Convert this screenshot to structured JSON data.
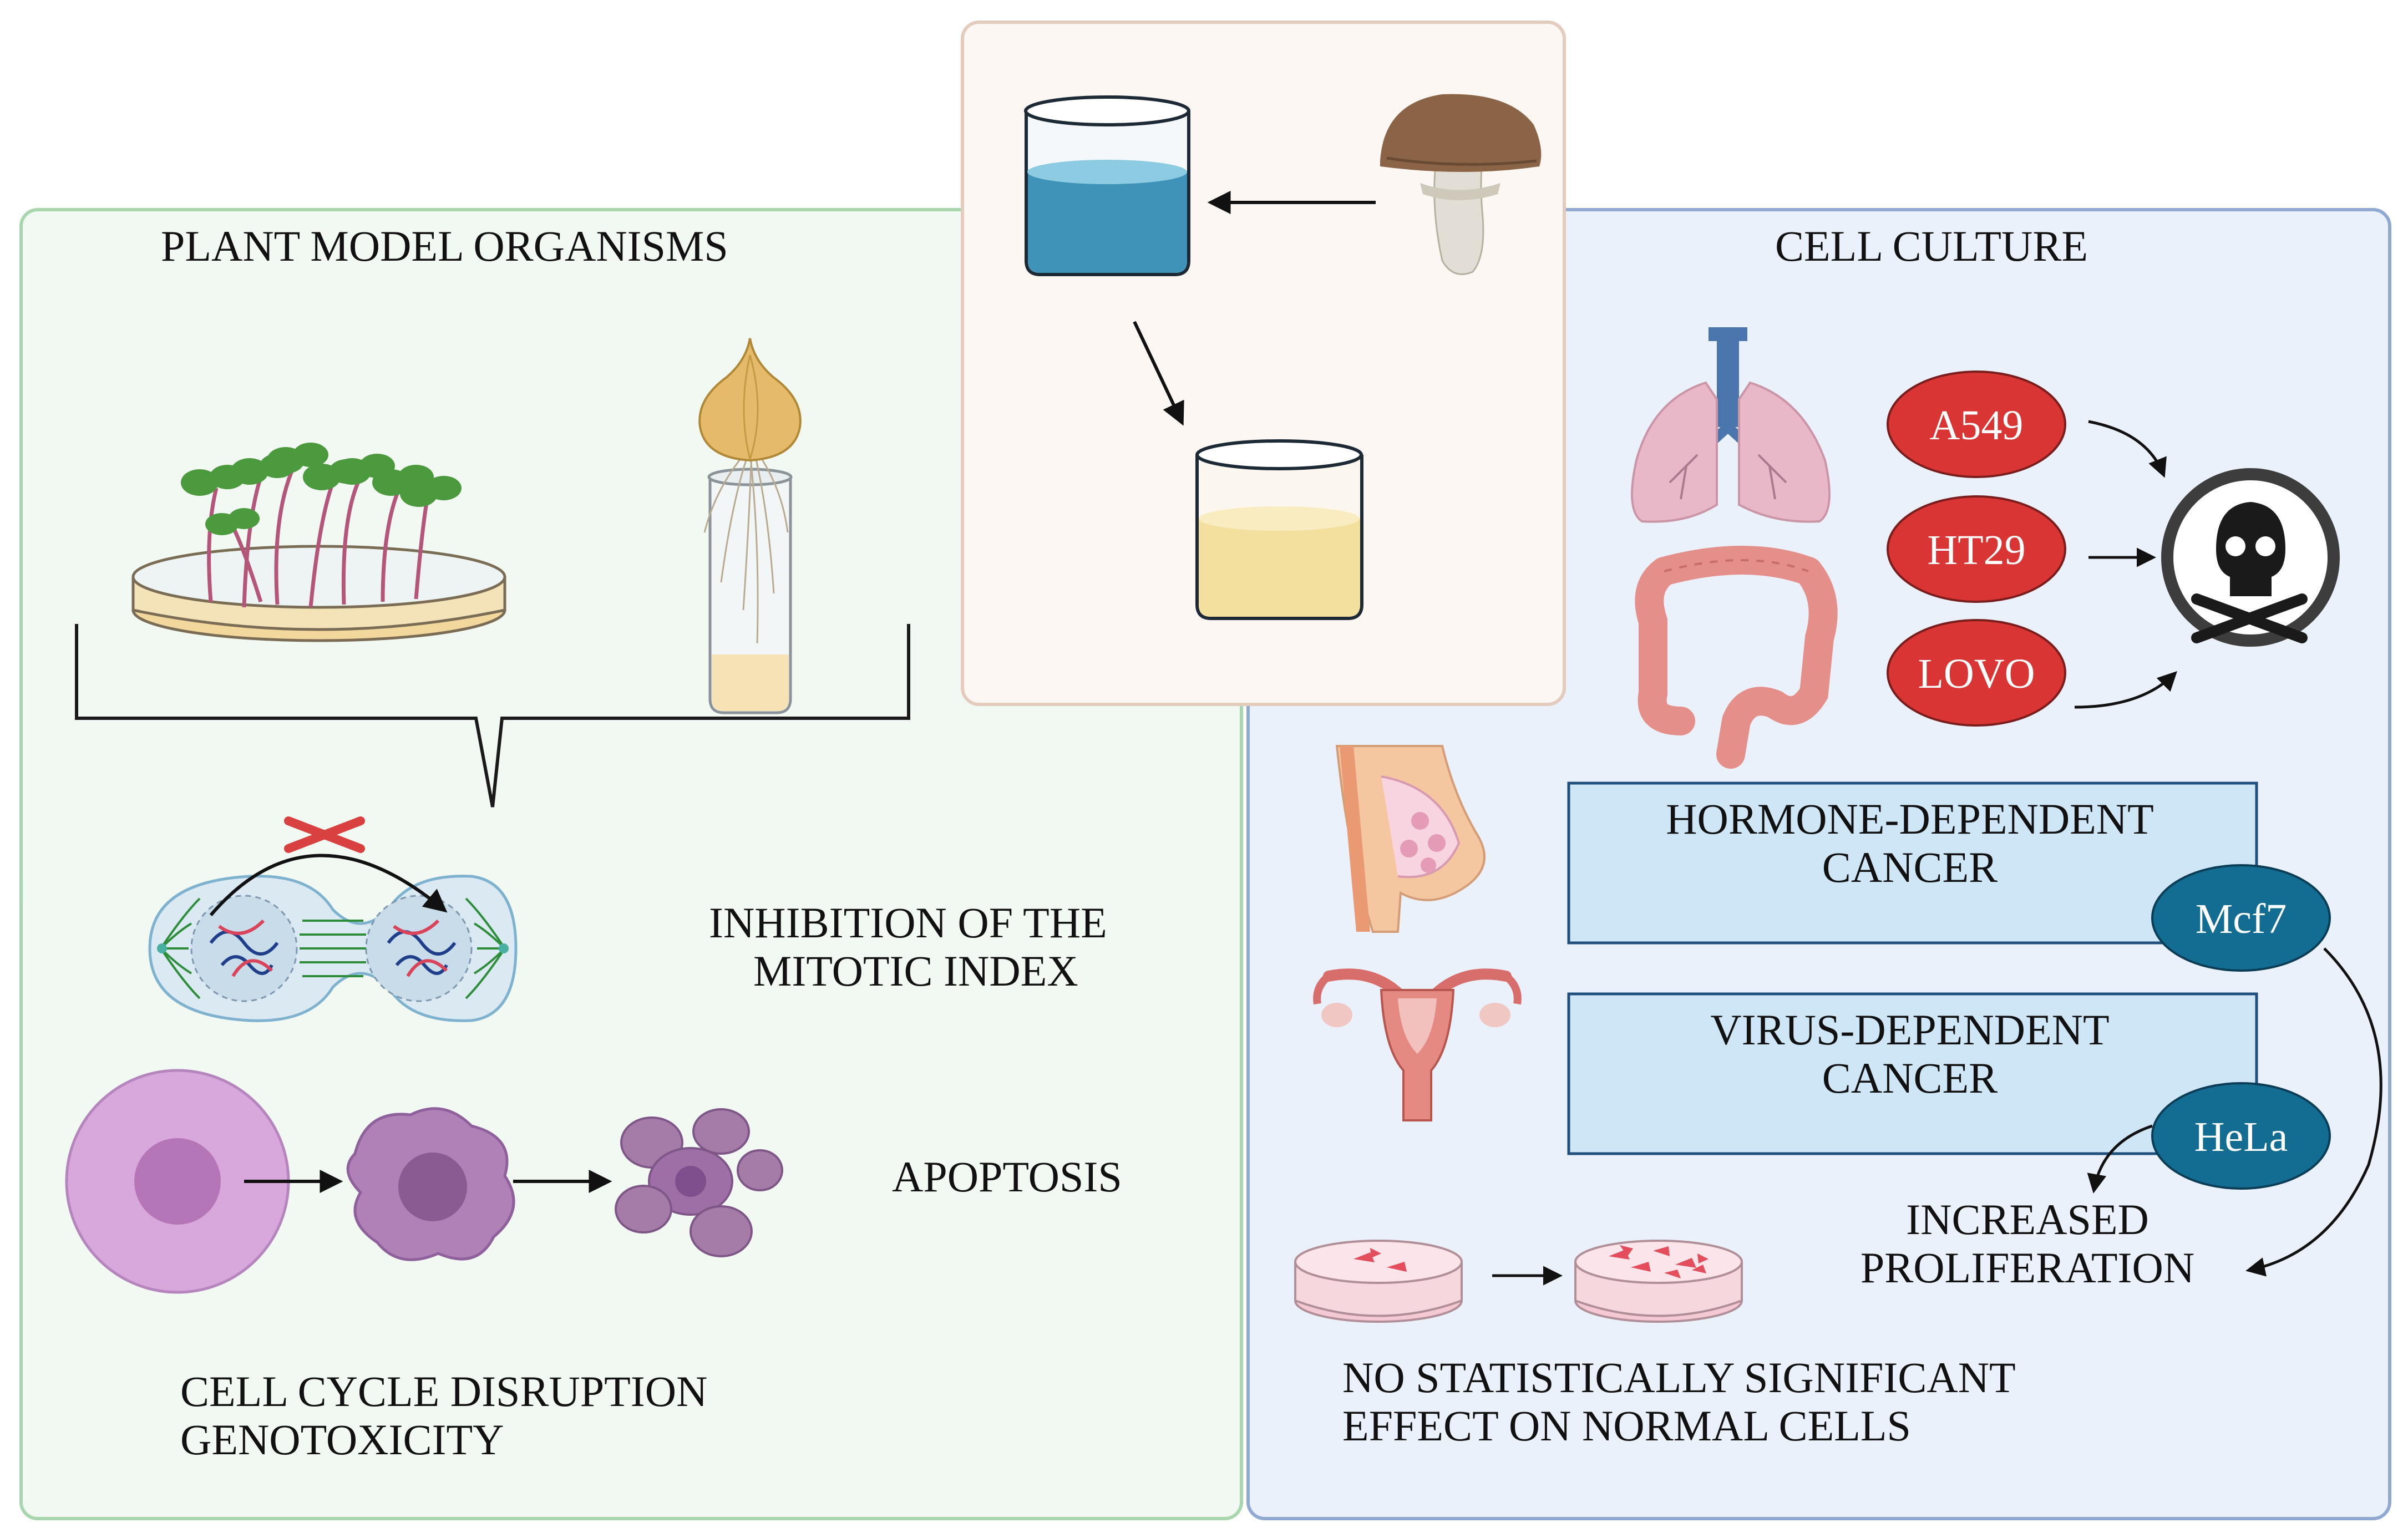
{
  "plant_panel": {
    "title": "PLANT MODEL ORGANISMS",
    "mitotic_line1": "INHIBITION OF THE",
    "mitotic_line2": "MITOTIC INDEX",
    "apoptosis": "APOPTOSIS",
    "cycle_line1": "CELL CYCLE DISRUPTION",
    "cycle_line2": "GENOTOXICITY",
    "bg_color": "#f1f9f2",
    "border_color": "#a9d6ad"
  },
  "extract_panel": {
    "icons": [
      "mushroom-icon",
      "water-beaker-icon",
      "extract-beaker-icon"
    ],
    "bg_color": "#fcf7f2",
    "border_color": "#e3cbbd"
  },
  "cell_panel": {
    "title": "CELL CULTURE",
    "cell_lines": [
      "A549",
      "HT29",
      "LOVO"
    ],
    "hormone_line1": "HORMONE-DEPENDENT",
    "hormone_line2": "CANCER",
    "hormone_cell": "Mcf7",
    "virus_line1": "VIRUS-DEPENDENT",
    "virus_line2": "CANCER",
    "virus_cell": "HeLa",
    "prolif_line1": "INCREASED",
    "prolif_line2": "PROLIFERATION",
    "normal_line1": "NO STATISTICALLY SIGNIFICANT",
    "normal_line2": "EFFECT ON NORMAL CELLS",
    "bg_color": "#eaf1fb",
    "border_color": "#8fa9d3",
    "red_badge": "#d93535",
    "teal_badge": "#136c92"
  }
}
